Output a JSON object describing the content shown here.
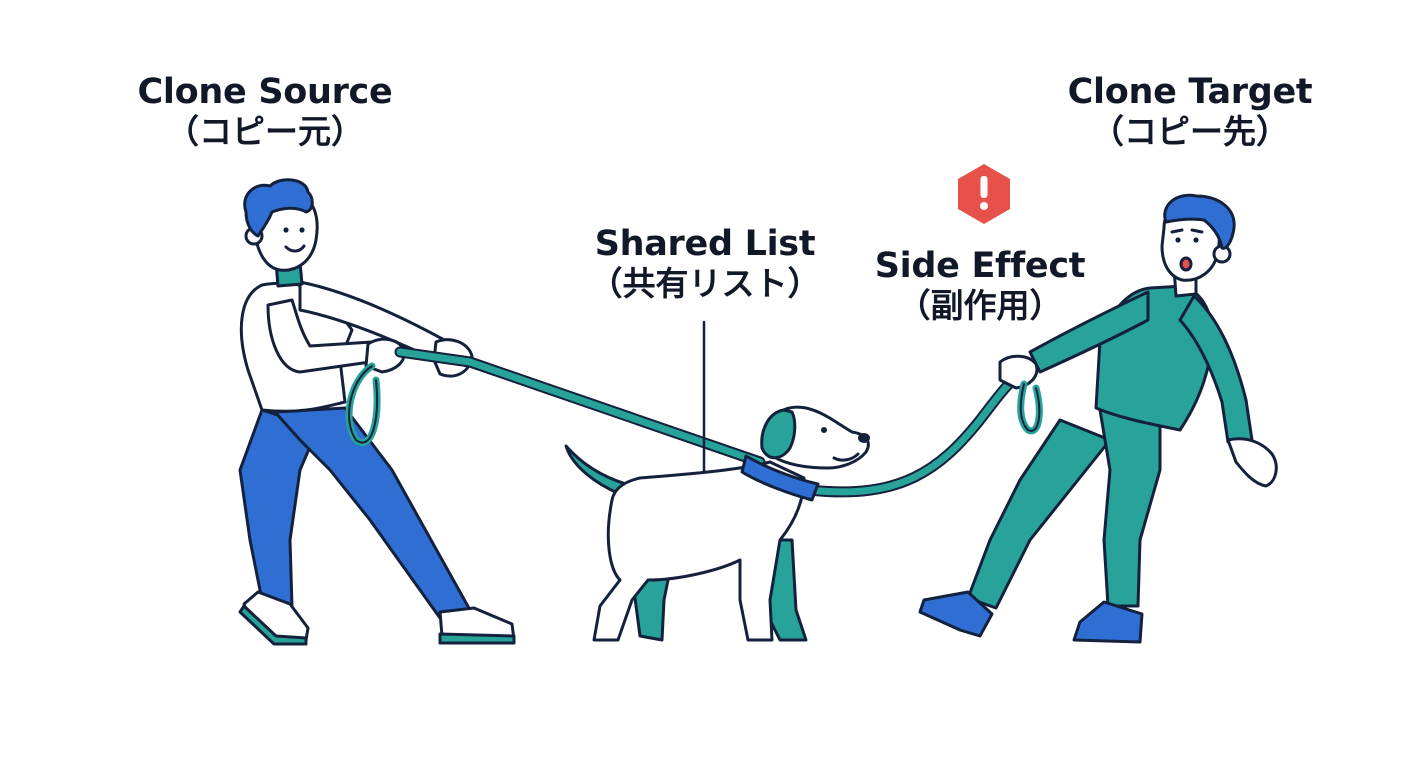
{
  "labels": {
    "source": {
      "en": "Clone Source",
      "jp": "（コピー元）"
    },
    "target": {
      "en": "Clone Target",
      "jp": "（コピー先）"
    },
    "shared": {
      "en": "Shared List",
      "jp": "（共有リスト）"
    },
    "side_effect": {
      "en": "Side Effect",
      "jp": "（副作用）"
    }
  },
  "warning": {
    "icon": "exclamation-hexagon-icon",
    "glyph": "!",
    "color": "#e8504a"
  },
  "colors": {
    "outline": "#14213d",
    "blue": "#2f6fd3",
    "teal": "#27a39a",
    "skin": "#ffffff",
    "warning": "#e8504a"
  }
}
